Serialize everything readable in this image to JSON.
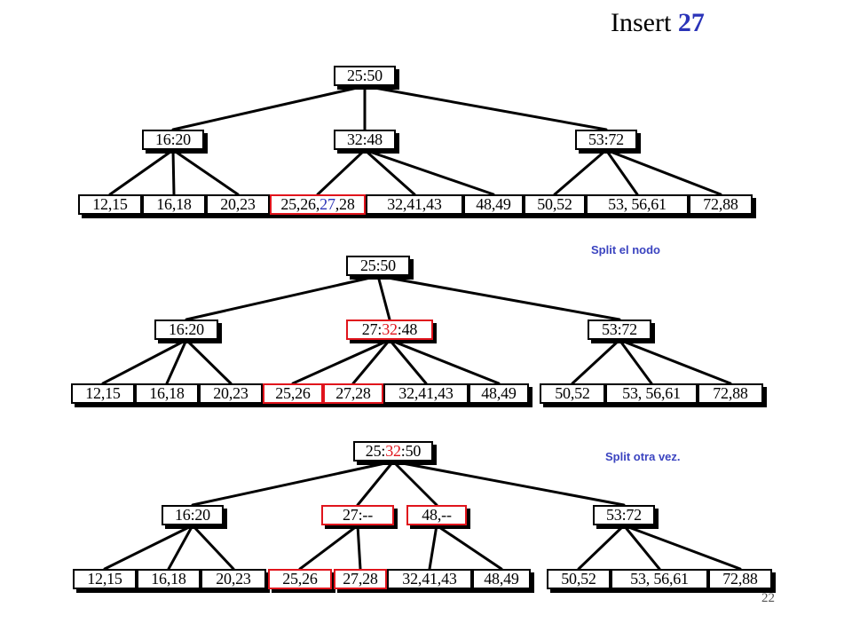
{
  "title": {
    "text": "Insert",
    "number": "27"
  },
  "notes": {
    "split1": "Split el nodo",
    "split2": "Split otra vez."
  },
  "page_number": "22",
  "trees": [
    {
      "root": {
        "parts": [
          [
            "25:50",
            ""
          ]
        ]
      },
      "internal": [
        {
          "parts": [
            [
              "16:20",
              ""
            ]
          ]
        },
        {
          "parts": [
            [
              "32:48",
              ""
            ]
          ]
        },
        {
          "parts": [
            [
              "53:72",
              ""
            ]
          ]
        }
      ],
      "leaves": [
        {
          "parts": [
            [
              "12,15",
              ""
            ]
          ]
        },
        {
          "parts": [
            [
              "16,18",
              ""
            ]
          ]
        },
        {
          "parts": [
            [
              "20,23",
              ""
            ]
          ]
        },
        {
          "red": true,
          "parts": [
            [
              "25,26,",
              ""
            ],
            [
              "27",
              "blue"
            ],
            [
              ",28",
              ""
            ]
          ]
        },
        {
          "parts": [
            [
              "32,41,43",
              ""
            ]
          ]
        },
        {
          "parts": [
            [
              "48,49",
              ""
            ]
          ]
        },
        {
          "parts": [
            [
              "50,52",
              ""
            ]
          ]
        },
        {
          "parts": [
            [
              "53, 56,61",
              ""
            ]
          ]
        },
        {
          "parts": [
            [
              "72,88",
              ""
            ]
          ]
        }
      ]
    },
    {
      "root": {
        "parts": [
          [
            "25:50",
            ""
          ]
        ]
      },
      "internal": [
        {
          "parts": [
            [
              "16:20",
              ""
            ]
          ]
        },
        {
          "red": true,
          "parts": [
            [
              "27:",
              ""
            ],
            [
              "32",
              "red"
            ],
            [
              ":48",
              ""
            ]
          ]
        },
        {
          "parts": [
            [
              "53:72",
              ""
            ]
          ]
        }
      ],
      "leaves": [
        {
          "parts": [
            [
              "12,15",
              ""
            ]
          ]
        },
        {
          "parts": [
            [
              "16,18",
              ""
            ]
          ]
        },
        {
          "parts": [
            [
              "20,23",
              ""
            ]
          ]
        },
        {
          "red": true,
          "parts": [
            [
              "25,26",
              ""
            ]
          ]
        },
        {
          "red": true,
          "parts": [
            [
              "27,28",
              ""
            ]
          ]
        },
        {
          "parts": [
            [
              "32,41,43",
              ""
            ]
          ]
        },
        {
          "parts": [
            [
              "48,49",
              ""
            ]
          ]
        },
        {
          "parts": [
            [
              "50,52",
              ""
            ]
          ]
        },
        {
          "parts": [
            [
              "53, 56,61",
              ""
            ]
          ]
        },
        {
          "parts": [
            [
              "72,88",
              ""
            ]
          ]
        }
      ]
    },
    {
      "root": {
        "parts": [
          [
            "25:",
            ""
          ],
          [
            "32",
            "red"
          ],
          [
            ":50",
            ""
          ]
        ]
      },
      "internal": [
        {
          "parts": [
            [
              "16:20",
              ""
            ]
          ]
        },
        {
          "red": true,
          "parts": [
            [
              "27:--",
              ""
            ]
          ]
        },
        {
          "red": true,
          "parts": [
            [
              "48,--",
              ""
            ]
          ]
        },
        {
          "parts": [
            [
              "53:72",
              ""
            ]
          ]
        }
      ],
      "leaves": [
        {
          "parts": [
            [
              "12,15",
              ""
            ]
          ]
        },
        {
          "parts": [
            [
              "16,18",
              ""
            ]
          ]
        },
        {
          "parts": [
            [
              "20,23",
              ""
            ]
          ]
        },
        {
          "red": true,
          "parts": [
            [
              "25,26",
              ""
            ]
          ]
        },
        {
          "red": true,
          "parts": [
            [
              "27,28",
              ""
            ]
          ]
        },
        {
          "parts": [
            [
              "32,41,43",
              ""
            ]
          ]
        },
        {
          "parts": [
            [
              "48,49",
              ""
            ]
          ]
        },
        {
          "parts": [
            [
              "50,52",
              ""
            ]
          ]
        },
        {
          "parts": [
            [
              "53, 56,61",
              ""
            ]
          ]
        },
        {
          "parts": [
            [
              "72,88",
              ""
            ]
          ]
        }
      ]
    }
  ]
}
